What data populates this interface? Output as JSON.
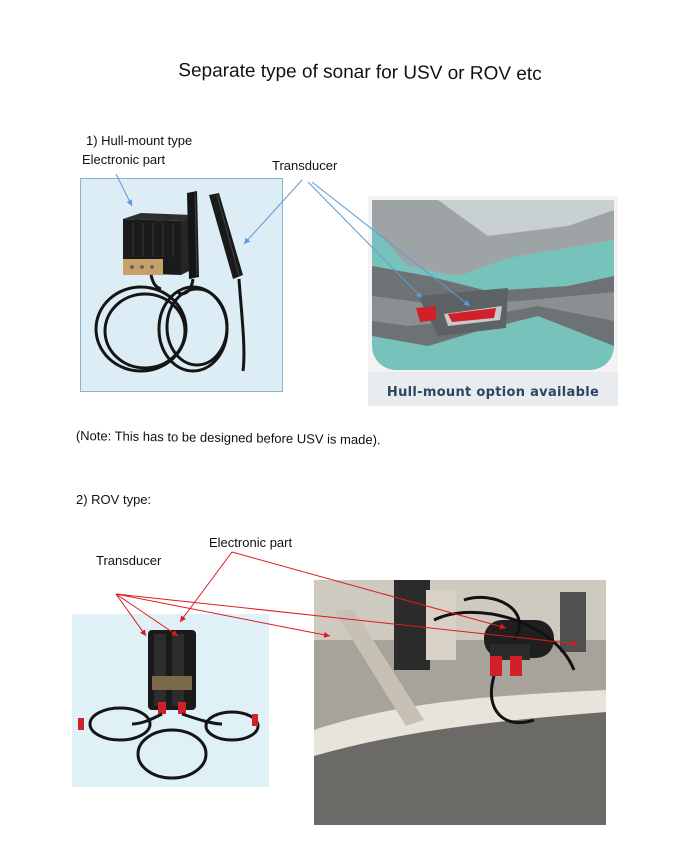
{
  "title": "Separate type of sonar for USV or ROV etc",
  "section1": {
    "heading": "1)  Hull-mount type",
    "electronic_label": "Electronic part",
    "transducer_label": "Transducer",
    "render_caption": "Hull-mount option available",
    "note": "(Note: This has to be designed before USV is made)."
  },
  "section2": {
    "heading": "2)  ROV type:",
    "electronic_label": "Electronic part",
    "transducer_label": "Transducer"
  },
  "colors": {
    "blue_arrow": "#5b9bd5",
    "red_arrow": "#e0191f",
    "panel_bg": "#dcedf6",
    "render_water": "#7fc7be",
    "red_part": "#d1202a"
  },
  "icons": [
    "electronics-box-photo",
    "transducer-bar-photo",
    "cable-coil-photo",
    "hull-render-image",
    "rov-photo"
  ]
}
